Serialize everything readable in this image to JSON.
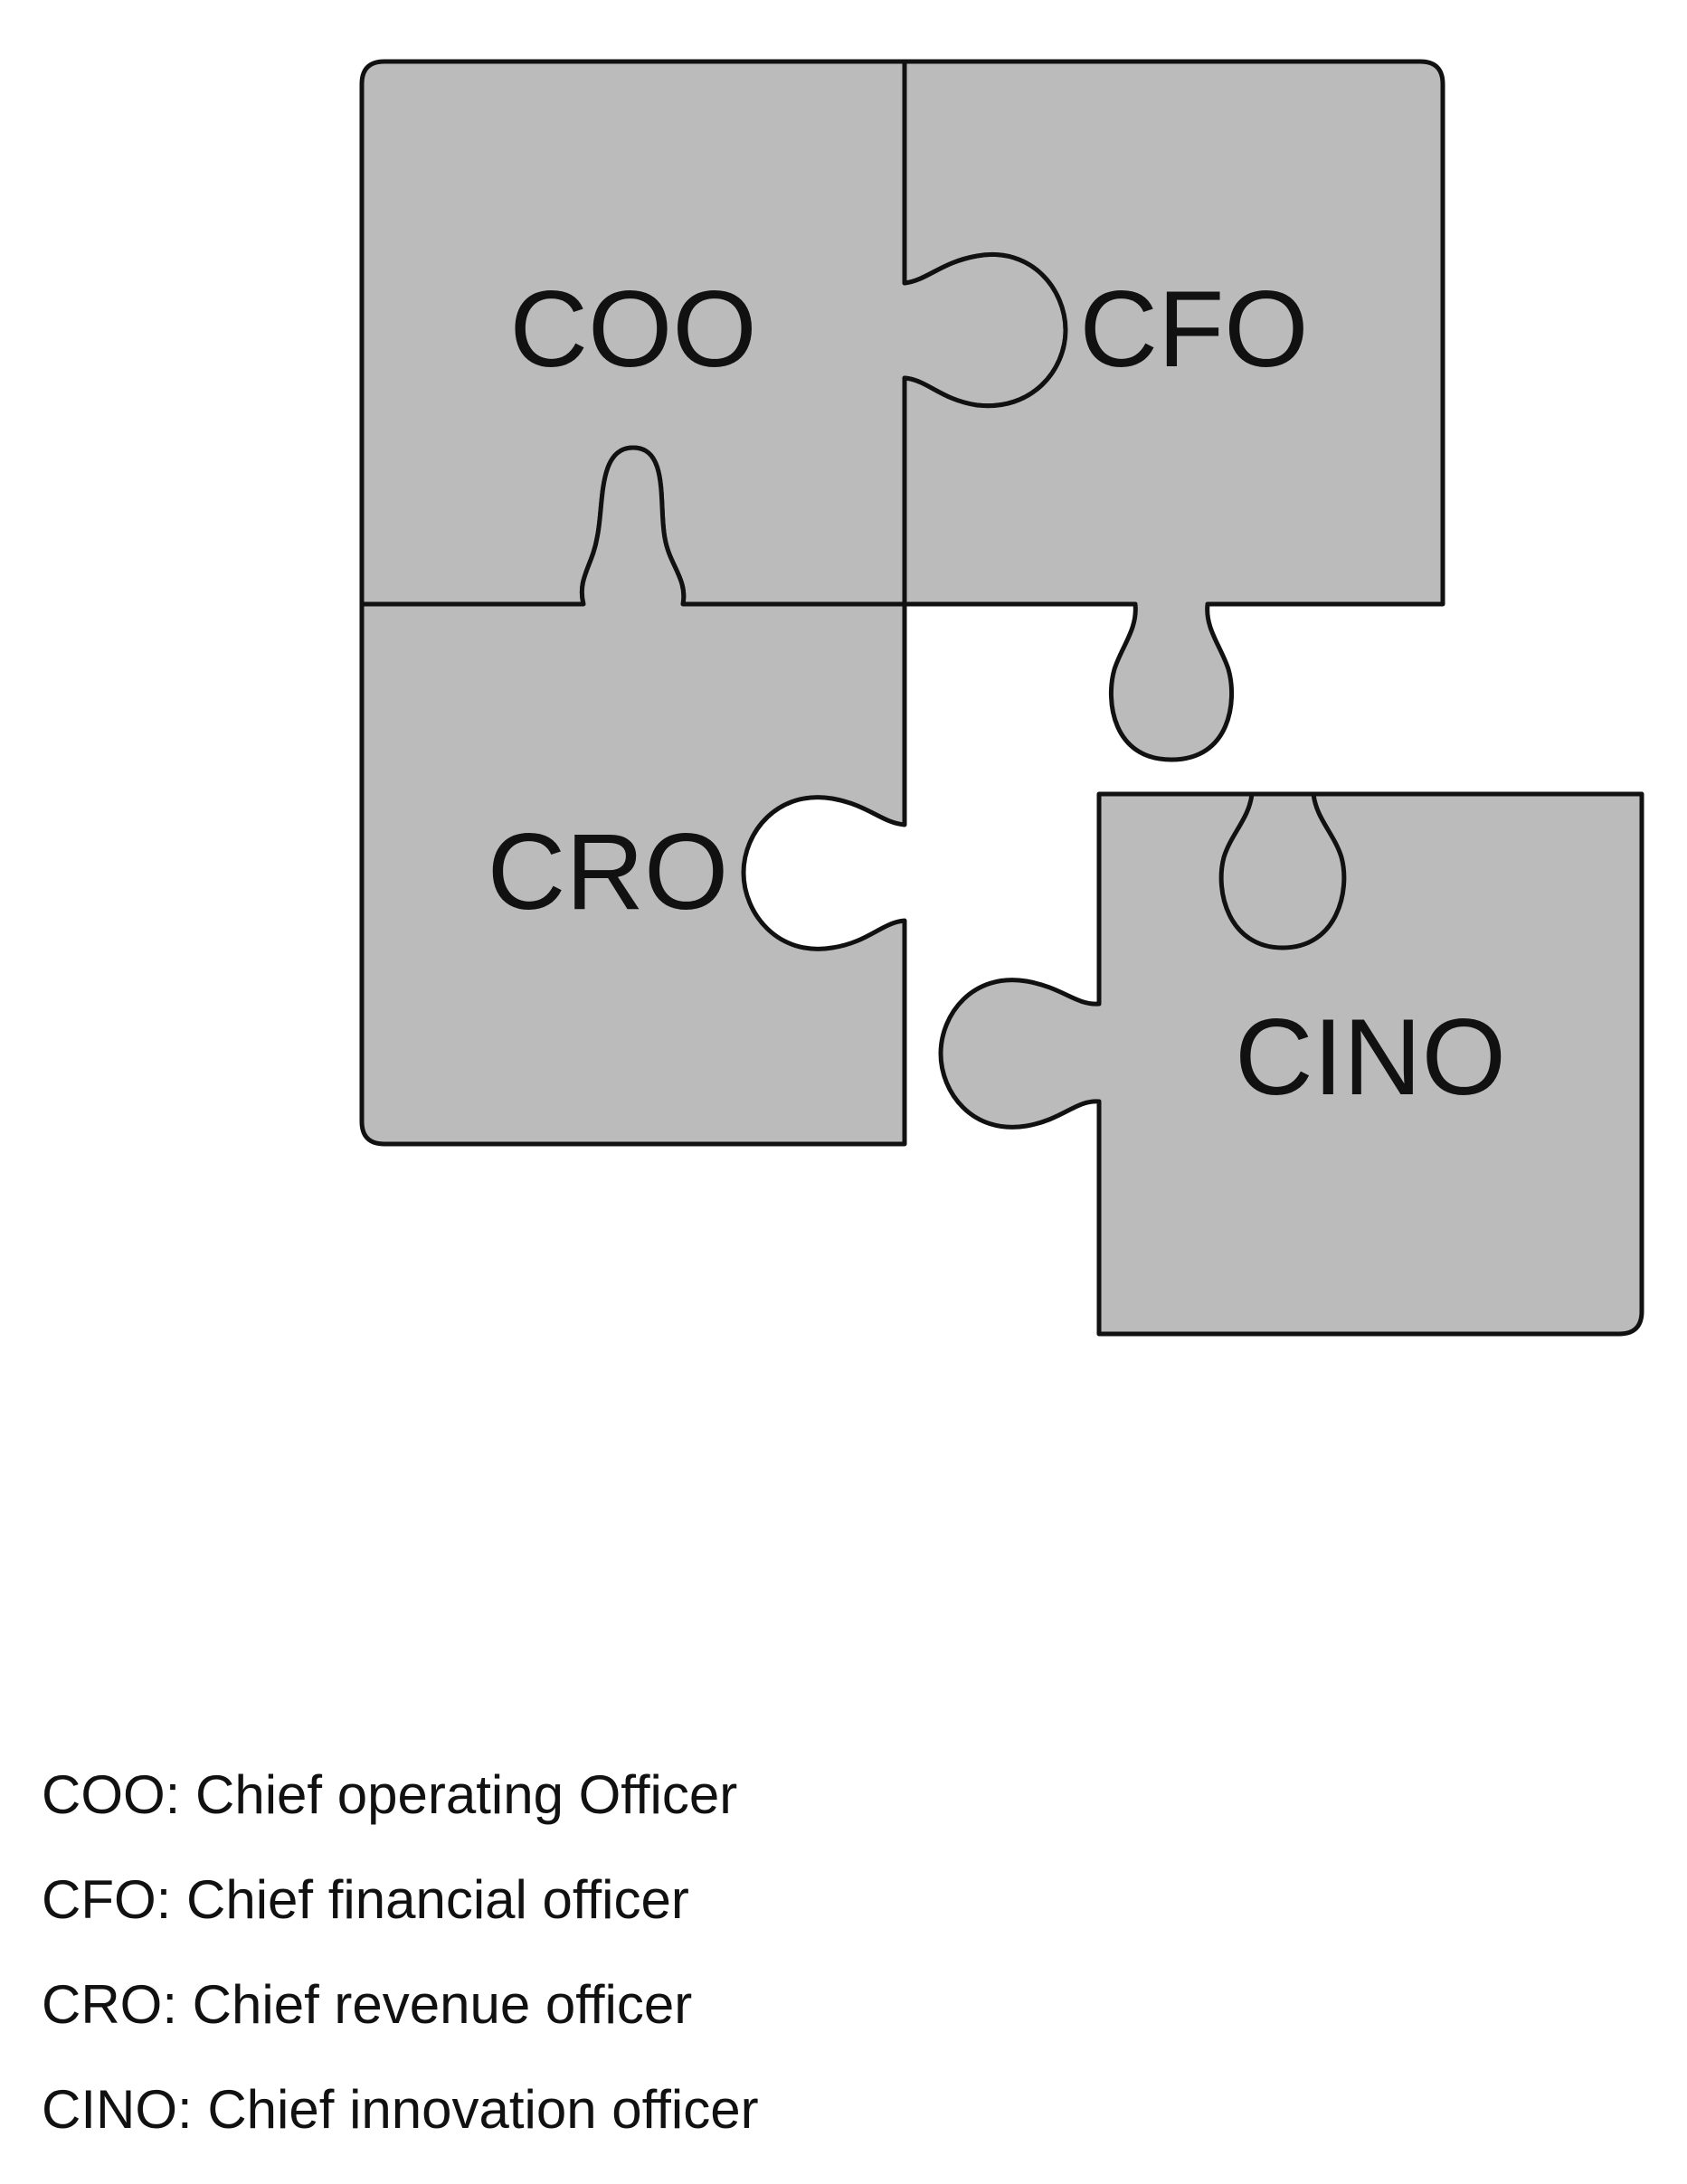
{
  "pieces": [
    {
      "id": "coo",
      "label": "COO"
    },
    {
      "id": "cfo",
      "label": "CFO"
    },
    {
      "id": "cro",
      "label": "CRO"
    },
    {
      "id": "cino",
      "label": "CINO"
    }
  ],
  "legend": [
    {
      "abbr": "COO",
      "text": "COO: Chief operating Officer"
    },
    {
      "abbr": "CFO",
      "text": "CFO: Chief financial officer"
    },
    {
      "abbr": "CRO",
      "text": "CRO: Chief revenue officer"
    },
    {
      "abbr": "CINO",
      "text": "CINO: Chief innovation officer"
    }
  ],
  "colors": {
    "piece_fill": "#bbbbbb",
    "outline": "#111111",
    "background": "#ffffff"
  }
}
